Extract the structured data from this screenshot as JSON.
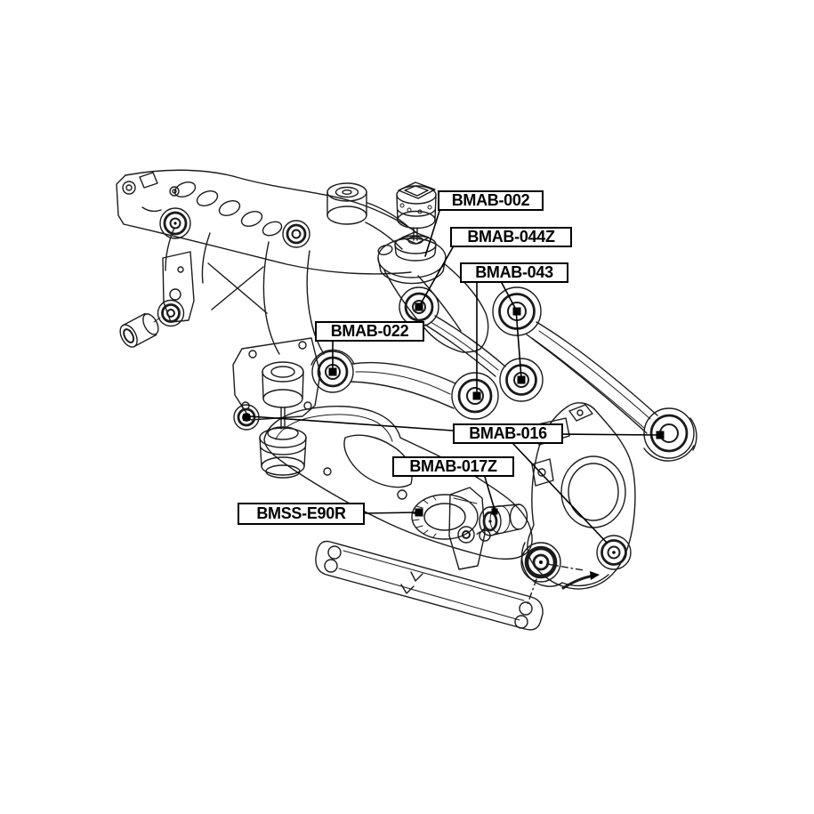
{
  "diagram": {
    "type": "exploded-suspension-parts-diagram",
    "colors": {
      "background": "#ffffff",
      "line": "#1b1b1b",
      "marker": "#000000",
      "label_border": "#000000",
      "label_background": "#ffffff"
    },
    "labels": [
      {
        "id": "bmab-002",
        "text": "BMAB-002"
      },
      {
        "id": "bmab-044z",
        "text": "BMAB-044Z"
      },
      {
        "id": "bmab-043",
        "text": "BMAB-043"
      },
      {
        "id": "bmab-022",
        "text": "BMAB-022"
      },
      {
        "id": "bmab-016",
        "text": "BMAB-016"
      },
      {
        "id": "bmab-017z",
        "text": "BMAB-017Z"
      },
      {
        "id": "bmss-e90r",
        "text": "BMSS-E90R"
      }
    ]
  }
}
